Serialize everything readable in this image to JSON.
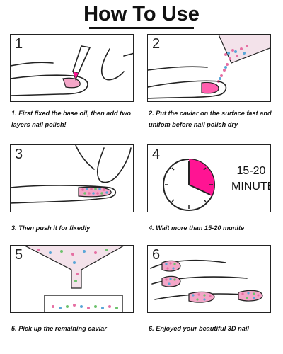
{
  "title": "How To Use",
  "colors": {
    "accent": "#ff1493",
    "polish": "#f4a6c8",
    "outline": "#222222"
  },
  "steps": [
    {
      "number": "1",
      "caption": "1. First fixed the base oil, then add two layers nail polish!",
      "art": "brush-on-nail-illustration"
    },
    {
      "number": "2",
      "caption": "2. Put the caviar on the surface fast and unifom before nail polish dry",
      "art": "pouring-caviar-illustration"
    },
    {
      "number": "3",
      "caption": "3.  Then push it for  fixedly",
      "art": "pressing-nail-illustration"
    },
    {
      "number": "4",
      "caption": "4. Wait more than 15-20 munite",
      "art": "timer-illustration",
      "timer_label_1": "15-20",
      "timer_label_2": "MINUTES"
    },
    {
      "number": "5",
      "caption": "5. Pick up the remaining caviar",
      "art": "funnel-illustration"
    },
    {
      "number": "6",
      "caption": "6. Enjoyed your beautiful 3D nail",
      "art": "finished-nails-illustration"
    }
  ]
}
